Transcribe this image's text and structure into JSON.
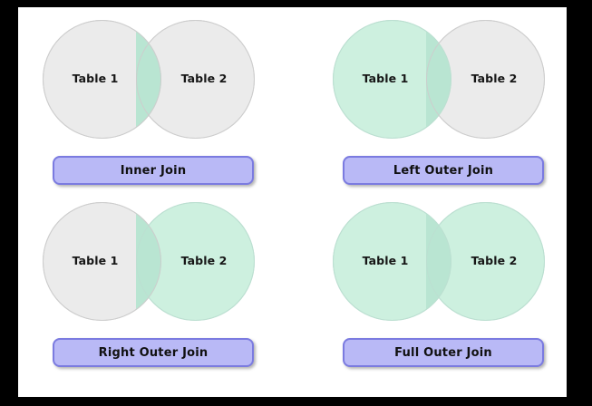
{
  "slide": {
    "title_hidden": "",
    "background_color": "#000000",
    "panel_color": "#ffffff"
  },
  "palette": {
    "table_unselected": "#ebebeb",
    "table_selected": "#cdf0df",
    "intersection_green": "#b9e5d2",
    "intersection_grey": "#e6e6e6",
    "button_fill": "#b9b9f6",
    "button_border": "#7b7be0",
    "text_color": "#161616"
  },
  "diagrams": [
    {
      "id": "inner-join",
      "caption": "Inner Join",
      "left_label": "Table 1",
      "right_label": "Table 2",
      "left_filled": false,
      "right_filled": false,
      "intersection_filled": true
    },
    {
      "id": "left-outer-join",
      "caption": "Left Outer Join",
      "left_label": "Table 1",
      "right_label": "Table 2",
      "left_filled": true,
      "right_filled": false,
      "intersection_filled": true
    },
    {
      "id": "right-outer-join",
      "caption": "Right Outer Join",
      "left_label": "Table 1",
      "right_label": "Table 2",
      "left_filled": false,
      "right_filled": true,
      "intersection_filled": true
    },
    {
      "id": "full-outer-join",
      "caption": "Full Outer Join",
      "left_label": "Table 1",
      "right_label": "Table 2",
      "left_filled": true,
      "right_filled": true,
      "intersection_filled": true
    }
  ]
}
